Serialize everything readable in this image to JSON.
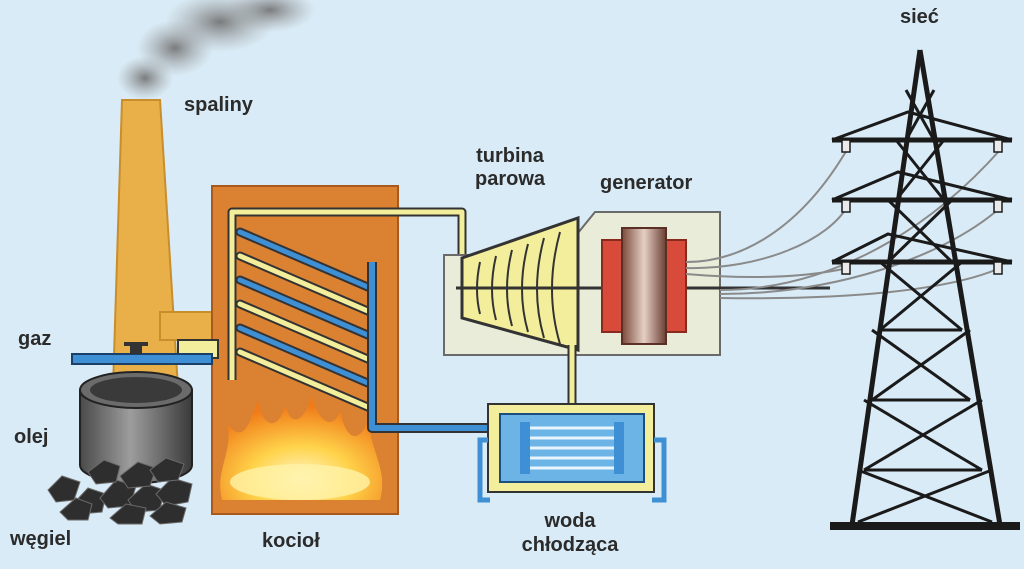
{
  "labels": {
    "spaliny": "spaliny",
    "turbina": "turbina",
    "parowa": "parowa",
    "generator": "generator",
    "siec": "sieć",
    "gaz": "gaz",
    "olej": "olej",
    "wegiel": "węgiel",
    "kociol": "kocioł",
    "woda": "woda",
    "chlodzaca": "chłodząca"
  },
  "colors": {
    "background": "#d9ebf6",
    "chimney": "#e9b04a",
    "boiler": "#db8132",
    "steam_pipe": "#f3ee9c",
    "water_pipe": "#3f8fd4",
    "turbine_house": "#e9ecd9",
    "condenser": "#6db4e6",
    "generator_core": "#8b5547",
    "tower": "#1a1a1a",
    "smoke": "#8a8a8a",
    "flame": "#f6a21a"
  },
  "icons": [
    "smoke-icon",
    "chimney-icon",
    "boiler-icon",
    "flame-icon",
    "oil-barrel-icon",
    "coal-pile-icon",
    "turbine-icon",
    "generator-icon",
    "condenser-icon",
    "power-pylon-icon"
  ]
}
